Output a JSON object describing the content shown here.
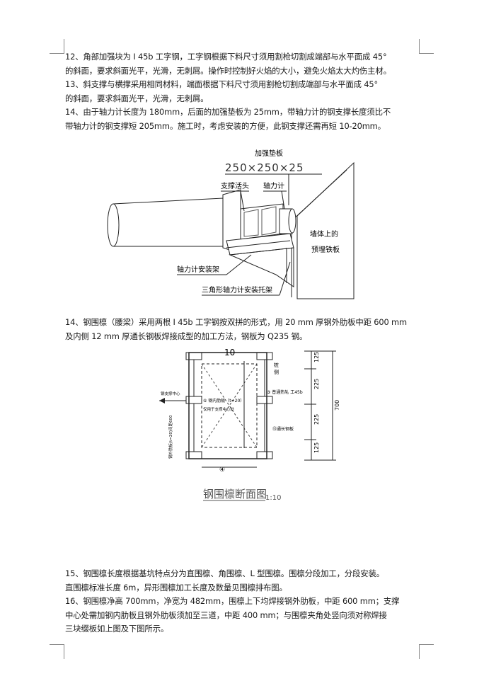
{
  "page": {
    "paragraphs_top": [
      [
        "12、角部加强块为 I 45b 工字钢，工字钢根据下料尺寸须用割枪切割成端部与水平面成 45°",
        "的斜面，要求斜面光平，光滑，无刺屑。操作时控制好火焰的大小，避免火焰太大灼伤主材。"
      ],
      [
        "13、斜支撑与横撑采用相同材料，端面根据下料尺寸须用割枪切割成端部与水平面成 45°",
        "的斜面，要求斜面光平，光滑，无刺屑。"
      ],
      [
        "14、由于轴力计长度为 180mm，后面的加强垫板为 25mm，带轴力计的钢支撑长度须比不",
        "带轴力计的钢支撑短 205mm。施工时，考虑安装的方便，此钢支撑还需再短 10-20mm。"
      ]
    ],
    "paragraph_mid": [
      "14、钢围檩（腰梁）采用两根 I 45b 工字钢按双拼的形式，用 20 mm 厚钢外肋板中距 600 mm",
      "及内侧 12 mm 厚通长钢板焊接成型的加工方法，钢板为 Q235 钢。"
    ],
    "paragraphs_bottom": [
      [
        "15、钢围檩长度根据基坑特点分为直围檩、角围檩、L 型围檩。围檩分段加工，分段安装。",
        "直围檩标准长度 6m，异形围檩加工长度及数量见围檩排布图。"
      ],
      [
        "16、钢围檩净高 700mm，净宽为 482mm，围檩上下均焊接钢外肋板，中距 600 mm；支撑",
        "中心处需加钢内肋板且钢外肋板须加至三道，中距 400 mm；与围檩夹角处竖向须对称焊接",
        "三块缀板如上图及下图所示。"
      ]
    ]
  },
  "figure1": {
    "label_pad": "加强垫板",
    "label_pad_size": "250×250×25",
    "label_support_head": "支撑活头",
    "label_axial_gauge": "轴力计",
    "label_wall": [
      "墙体上的",
      "预埋铁板"
    ],
    "label_gauge_frame": "轴力计安装架",
    "label_bracket": "三角形轴力计安装托架"
  },
  "figure2": {
    "label_top": "10",
    "label_side": [
      "桩",
      "侧"
    ],
    "label_left": "钢支撑中心",
    "label_rib": "⑤ 钢内肋板（t=20）",
    "label_rib2": "仅用于支撑中心处",
    "label_beam": "③ 普通热轧  工45b",
    "label_plate": "⑬通长钢板",
    "label_vert": "钢外肋板(t=20)间距600",
    "label_num4": "④",
    "dims": [
      "125",
      "225",
      "225",
      "125"
    ],
    "dim_total": "700",
    "title": "钢围檩断面图",
    "scale": "1:10"
  }
}
